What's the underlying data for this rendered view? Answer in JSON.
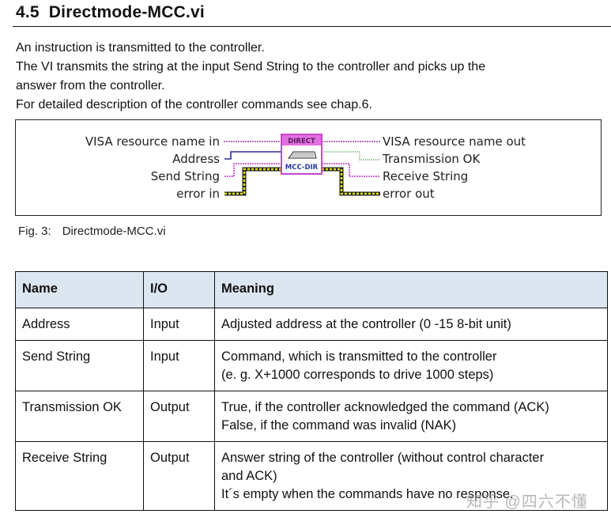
{
  "section": {
    "number": "4.5",
    "title": "Directmode-MCC.vi"
  },
  "intro": {
    "lines": [
      "An instruction is transmitted to the controller.",
      "The VI transmits the string at the input Send String to the controller and picks up the",
      "answer from the controller.",
      "For detailed description of the controller commands see chap.6."
    ]
  },
  "figure": {
    "icon": {
      "top_label": "DIRECT",
      "bottom_label": "MCC-DIR",
      "glyph": "keyboard-icon",
      "border_color": "#cc44cc",
      "top_bg": "#e070e0"
    },
    "inputs": [
      "VISA resource name in",
      "Address",
      "Send String",
      "error in"
    ],
    "outputs": [
      "VISA resource name out",
      "Transmission OK",
      "Receive String",
      "error out"
    ],
    "wire_colors": {
      "visa": "#a040a0",
      "numeric": "#2a2aa0",
      "string": "#d050d0",
      "error": "#c8c800",
      "boolean": "#208020"
    },
    "caption_label": "Fig. 3:",
    "caption_text": "Directmode-MCC.vi"
  },
  "table": {
    "headers": [
      "Name",
      "I/O",
      "Meaning"
    ],
    "header_bg": "#dce6f1",
    "rows": [
      {
        "name": "Address",
        "io": "Input",
        "meaning": [
          "Adjusted address at the controller (0 -15 8-bit unit)"
        ]
      },
      {
        "name": "Send String",
        "io": "Input",
        "meaning": [
          "Command, which is transmitted to the controller",
          "(e. g. X+1000 corresponds to drive 1000 steps)"
        ]
      },
      {
        "name": "Transmission OK",
        "io": "Output",
        "meaning": [
          "True, if the controller acknowledged the command (ACK)",
          "False, if the command was invalid (NAK)"
        ]
      },
      {
        "name": "Receive String",
        "io": "Output",
        "meaning": [
          "Answer string of the controller (without control character",
          "and ACK)",
          "It´s empty when the commands have no response."
        ]
      }
    ]
  },
  "watermark": "知乎 @四六不懂"
}
